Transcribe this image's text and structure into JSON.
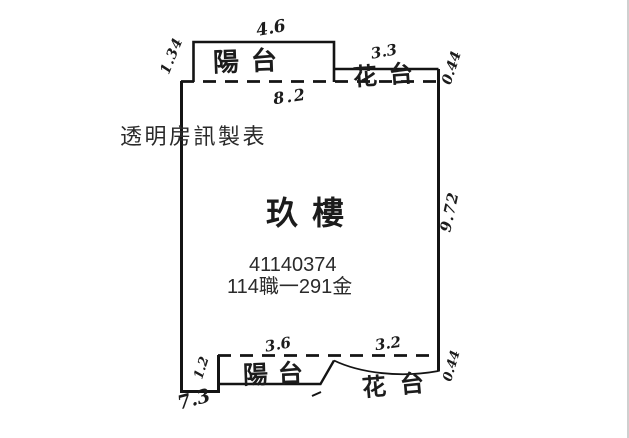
{
  "page": {
    "background": "#ffffff",
    "ink": "#161616",
    "type": "surveyed floor plan (scanned)"
  },
  "plan": {
    "producer_stamp": "透明房訊製表",
    "floor_label": "玖樓",
    "case_number": "41140374",
    "file_reference": "114職一291金",
    "rooms": {
      "balcony_top": "陽台",
      "flower_bed_top": "花台",
      "balcony_bottom": "陽台",
      "flower_bed_bottom": "花台"
    },
    "dimensions": {
      "balcony_top_width": "4.6",
      "balcony_top_depth": "1.34",
      "flower_bed_top_width": "3.3",
      "flower_bed_top_depth": "0.44",
      "unit_top_width": "8.2",
      "unit_right_height": "9.72",
      "balcony_bottom_width": "3.6",
      "balcony_bottom_depth": "1.2",
      "flower_bed_bottom_width": "3.2",
      "flower_bed_bottom_depth": "0.44",
      "bottom_left_note": "7.3"
    }
  }
}
